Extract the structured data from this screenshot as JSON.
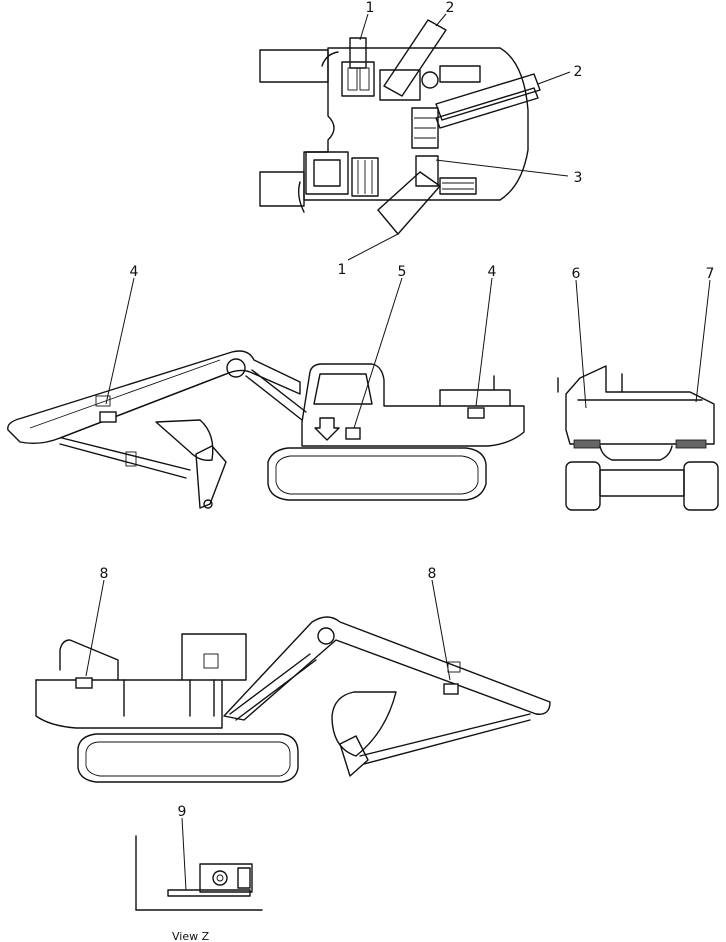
{
  "callouts": {
    "c1a": "1",
    "c2a": "2",
    "c2b": "2",
    "c3": "3",
    "c1b": "1",
    "c4a": "4",
    "c5": "5",
    "c4b": "4",
    "c6": "6",
    "c7": "7",
    "c8a": "8",
    "c8b": "8",
    "c9": "9"
  },
  "view_caption": "View Z"
}
